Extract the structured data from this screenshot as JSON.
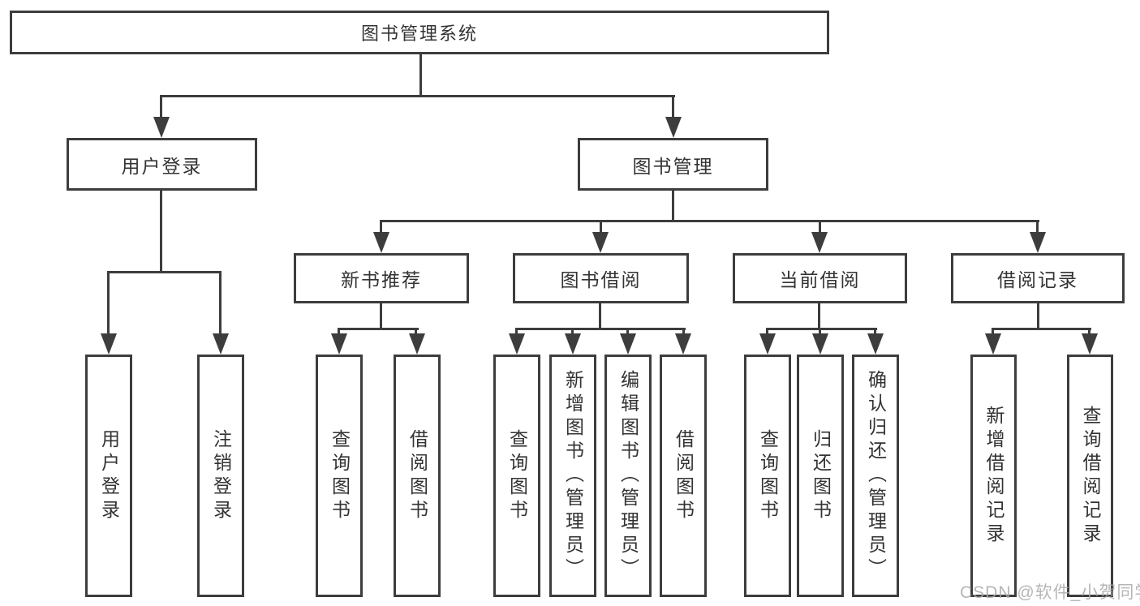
{
  "diagram": {
    "title": "图书管理系统",
    "nodes": {
      "root": {
        "label": "图书管理系统"
      },
      "user_login": {
        "label": "用户登录"
      },
      "book_mgmt": {
        "label": "图书管理"
      },
      "new_book": {
        "label": "新书推荐"
      },
      "book_borrow": {
        "label": "图书借阅"
      },
      "current_borrow": {
        "label": "当前借阅"
      },
      "borrow_record": {
        "label": "借阅记录"
      },
      "leaves": {
        "user_login": {
          "login": "用户登录",
          "logout": "注销登录"
        },
        "new_book": {
          "query": "查询图书",
          "borrow": "借阅图书"
        },
        "book_borrow": {
          "query": "查询图书",
          "add": "新增图书（管理员）",
          "edit": "编辑图书（管理员）",
          "borrow": "借阅图书"
        },
        "current_borrow": {
          "query": "查询图书",
          "return": "归还图书",
          "confirm": "确认归还（管理员）"
        },
        "borrow_record": {
          "add": "新增借阅记录",
          "query": "查询借阅记录"
        }
      }
    },
    "colors": {
      "line": "#3d3d3d",
      "text": "#333333",
      "box_background": "#ffffff",
      "watermark": "#aaaaaa"
    }
  },
  "watermark": {
    "text": "CSDN @软件_小贺同学"
  }
}
